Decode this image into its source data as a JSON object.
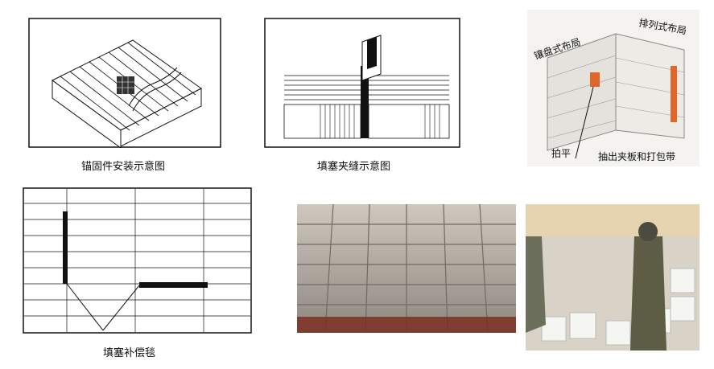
{
  "panels": {
    "anchor": {
      "caption": "锚固件安装示意图"
    },
    "gap": {
      "caption": "填塞夹缝示意图"
    },
    "wall": {
      "label_parquet": "镶盘式布局",
      "label_row": "排列式布局",
      "label_flatten": "拍平",
      "label_remove": "抽出夹板和打包带"
    },
    "grid": {
      "caption": "填塞补偿毯"
    }
  },
  "colors": {
    "orange": "#e0662a",
    "ceiling": "#b8b0a6",
    "module": "#eeeeea"
  },
  "icons": [
    "anchor-illustration",
    "gap-fill-illustration",
    "wall-photo",
    "ceiling-photo",
    "workers-photo"
  ]
}
